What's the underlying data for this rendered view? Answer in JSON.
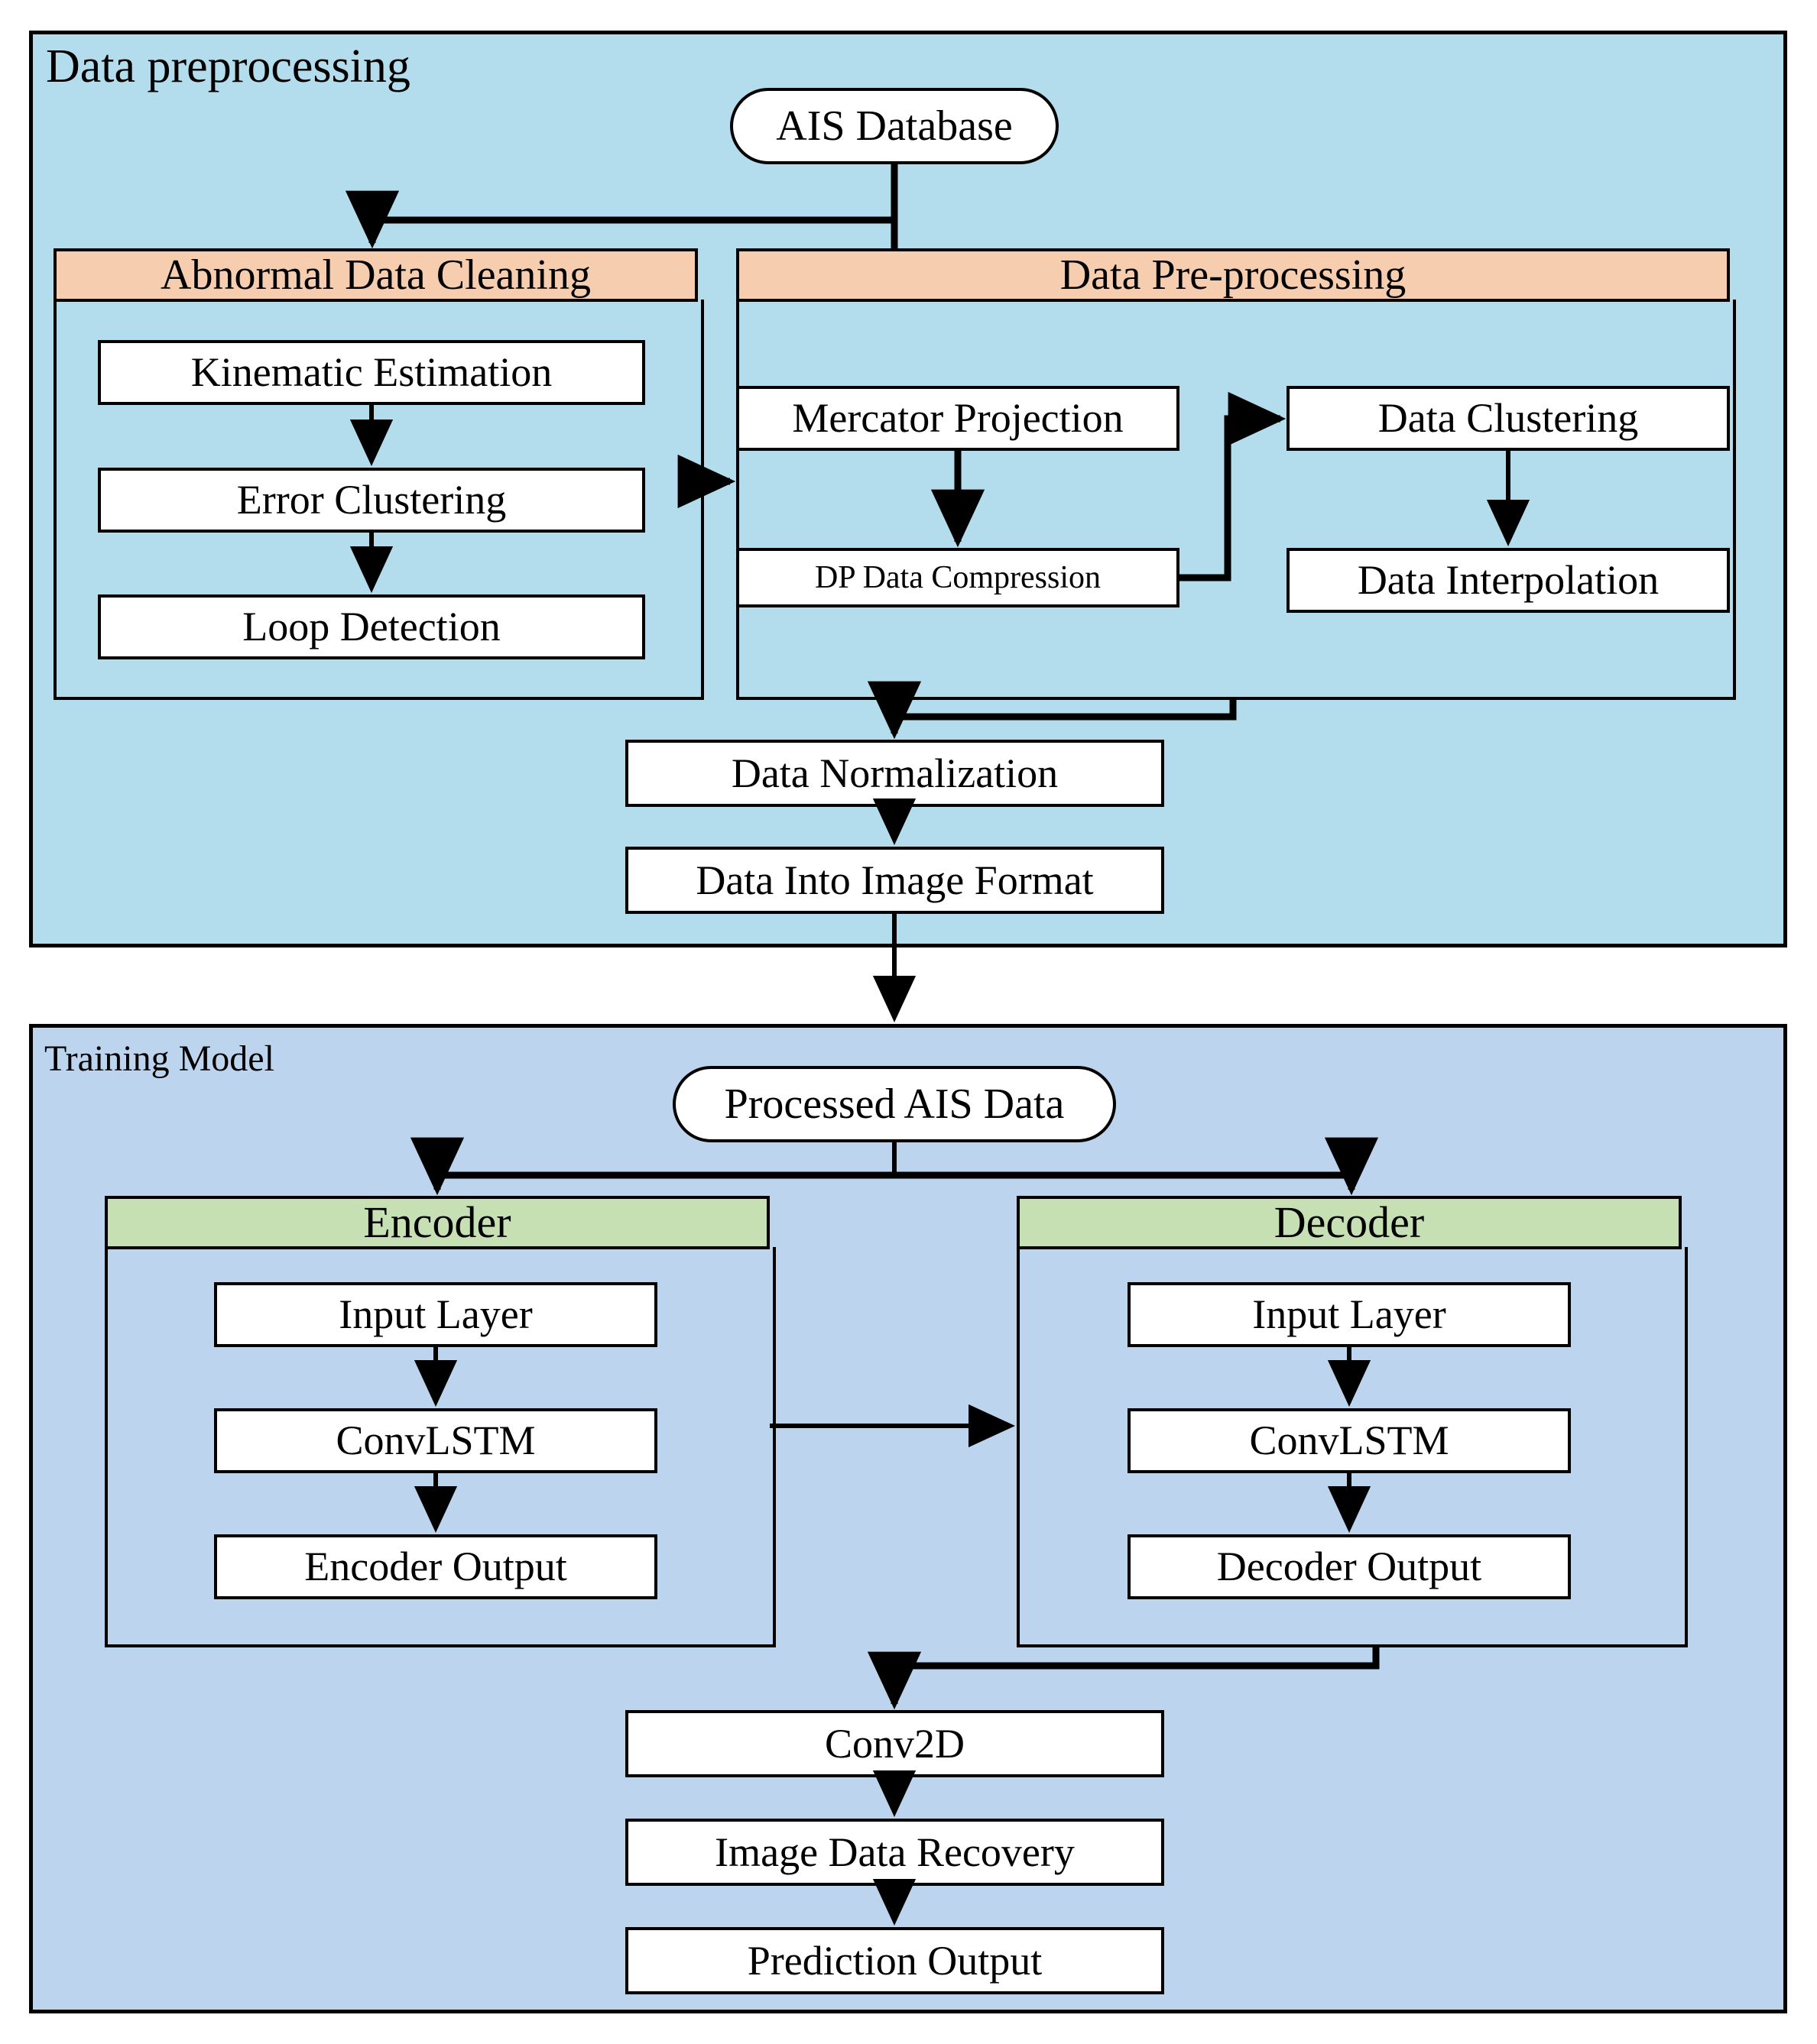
{
  "diagram": {
    "type": "flowchart",
    "title_regions": [
      {
        "id": "data-preprocessing",
        "label": "Data preprocessing",
        "fill": "#B3DCEC"
      },
      {
        "id": "training-model",
        "label": "Training Model",
        "fill": "#BCD4EE"
      }
    ],
    "colors": {
      "region_preprocessing": "#B3DCEC",
      "region_training": "#BCD4EE",
      "group_header_orange": "#F7CDAF",
      "group_header_green": "#C6E0B4",
      "node_fill": "#FFFFFF",
      "stroke": "#000000"
    },
    "terminals": [
      {
        "id": "ais-database",
        "label": "AIS Database"
      },
      {
        "id": "processed-ais-data",
        "label": "Processed AIS Data"
      }
    ],
    "groups": [
      {
        "id": "abnormal-data-cleaning",
        "header": "Abnormal Data Cleaning",
        "header_fill": "#F7CDAF",
        "nodes": [
          "Kinematic Estimation",
          "Error Clustering",
          "Loop Detection"
        ]
      },
      {
        "id": "data-pre-processing",
        "header": "Data Pre-processing",
        "header_fill": "#F7CDAF",
        "nodes": [
          "Mercator Projection",
          "DP Data Compression",
          "Data Clustering",
          "Data Interpolation"
        ]
      },
      {
        "id": "encoder",
        "header": "Encoder",
        "header_fill": "#C6E0B4",
        "nodes": [
          "Input Layer",
          "ConvLSTM",
          "Encoder Output"
        ]
      },
      {
        "id": "decoder",
        "header": "Decoder",
        "header_fill": "#C6E0B4",
        "nodes": [
          "Input Layer",
          "ConvLSTM",
          "Decoder Output"
        ]
      }
    ],
    "steps": {
      "kinematic_estimation": "Kinematic Estimation",
      "error_clustering": "Error Clustering",
      "loop_detection": "Loop Detection",
      "mercator_projection": "Mercator Projection",
      "dp_data_compression": "DP Data Compression",
      "data_clustering": "Data Clustering",
      "data_interpolation": "Data Interpolation",
      "data_normalization": "Data Normalization",
      "data_into_image_format": "Data Into Image Format",
      "encoder_input_layer": "Input Layer",
      "encoder_convlstm": "ConvLSTM",
      "encoder_output": "Encoder Output",
      "decoder_input_layer": "Input Layer",
      "decoder_convlstm": "ConvLSTM",
      "decoder_output": "Decoder Output",
      "conv2d": "Conv2D",
      "image_data_recovery": "Image Data Recovery",
      "prediction_output": "Prediction Output"
    },
    "headers": {
      "abnormal_data_cleaning": "Abnormal Data Cleaning",
      "data_pre_processing": "Data Pre-processing",
      "encoder": "Encoder",
      "decoder": "Decoder"
    },
    "region_labels": {
      "data_preprocessing": "Data preprocessing",
      "training_model": "Training Model"
    },
    "terminal_labels": {
      "ais_database": "AIS Database",
      "processed_ais_data": "Processed AIS Data"
    },
    "edges": [
      {
        "from": "ais-database",
        "to": "abnormal-data-cleaning"
      },
      {
        "from": "ais-database",
        "to": "data-pre-processing"
      },
      {
        "from": "abnormal-data-cleaning",
        "to": "data-pre-processing"
      },
      {
        "from": "mercator-projection",
        "to": "dp-data-compression"
      },
      {
        "from": "dp-data-compression",
        "to": "data-clustering"
      },
      {
        "from": "data-clustering",
        "to": "data-interpolation"
      },
      {
        "from": "data-pre-processing",
        "to": "data-normalization"
      },
      {
        "from": "data-normalization",
        "to": "data-into-image-format"
      },
      {
        "from": "data-into-image-format",
        "to": "training-model"
      },
      {
        "from": "processed-ais-data",
        "to": "encoder"
      },
      {
        "from": "processed-ais-data",
        "to": "decoder"
      },
      {
        "from": "encoder",
        "to": "decoder"
      },
      {
        "from": "kinematic-estimation",
        "to": "error-clustering"
      },
      {
        "from": "error-clustering",
        "to": "loop-detection"
      },
      {
        "from": "encoder-input-layer",
        "to": "encoder-convlstm"
      },
      {
        "from": "encoder-convlstm",
        "to": "encoder-output"
      },
      {
        "from": "decoder-input-layer",
        "to": "decoder-convlstm"
      },
      {
        "from": "decoder-convlstm",
        "to": "decoder-output"
      },
      {
        "from": "decoder-output",
        "to": "conv2d"
      },
      {
        "from": "conv2d",
        "to": "image-data-recovery"
      },
      {
        "from": "image-data-recovery",
        "to": "prediction-output"
      }
    ]
  }
}
